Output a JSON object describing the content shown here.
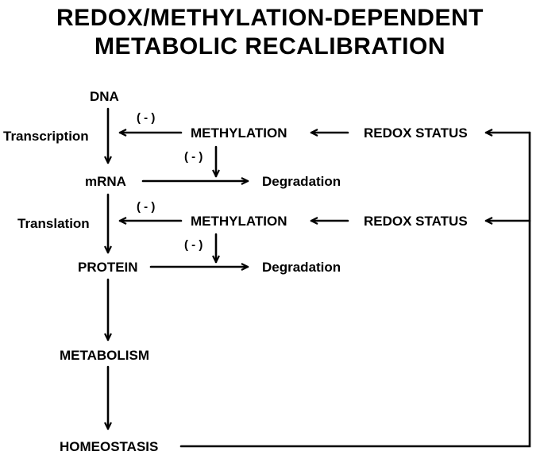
{
  "title": {
    "line1": "REDOX/METHYLATION-DEPENDENT",
    "line2": "METABOLIC RECALIBRATION"
  },
  "nodes": {
    "dna": "DNA",
    "transcription": "Transcription",
    "methylation_1": "METHYLATION",
    "redox_status_1": "REDOX STATUS",
    "mrna": "mRNA",
    "degradation_1": "Degradation",
    "translation": "Translation",
    "methylation_2": "METHYLATION",
    "redox_status_2": "REDOX STATUS",
    "protein": "PROTEIN",
    "degradation_2": "Degradation",
    "metabolism": "METABOLISM",
    "homeostasis": "HOMEOSTASIS"
  },
  "inhibition": {
    "transcription_neg": "( - )",
    "mrna_degradation_neg": "( - )",
    "translation_neg": "( - )",
    "protein_degradation_neg": "( - )"
  },
  "colors": {
    "foreground": "#000000",
    "background": "#ffffff"
  }
}
